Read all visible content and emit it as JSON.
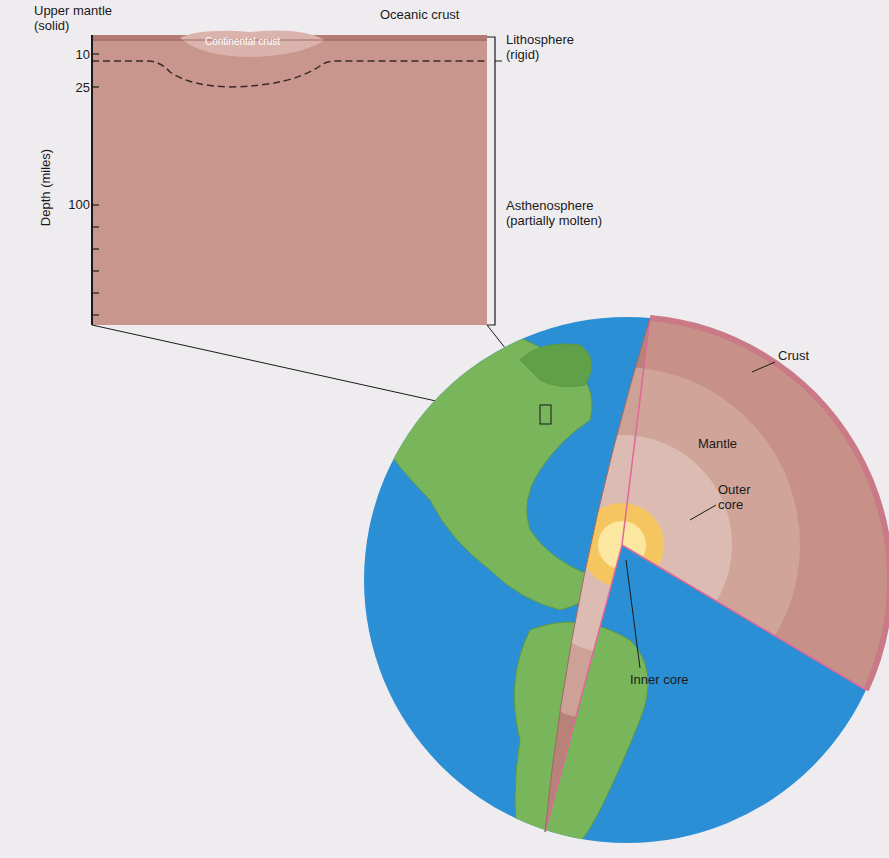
{
  "diagram": {
    "labels": [
      "Upper mantle (solid)",
      "Oceanic crust",
      "Continental crust",
      "Lithosphere (rigid)",
      "Asthenosphere (partially molten)",
      "Depth (miles)",
      "10",
      "25",
      "100",
      "Crust",
      "Mantle",
      "Outer core",
      "Inner core"
    ]
  }
}
